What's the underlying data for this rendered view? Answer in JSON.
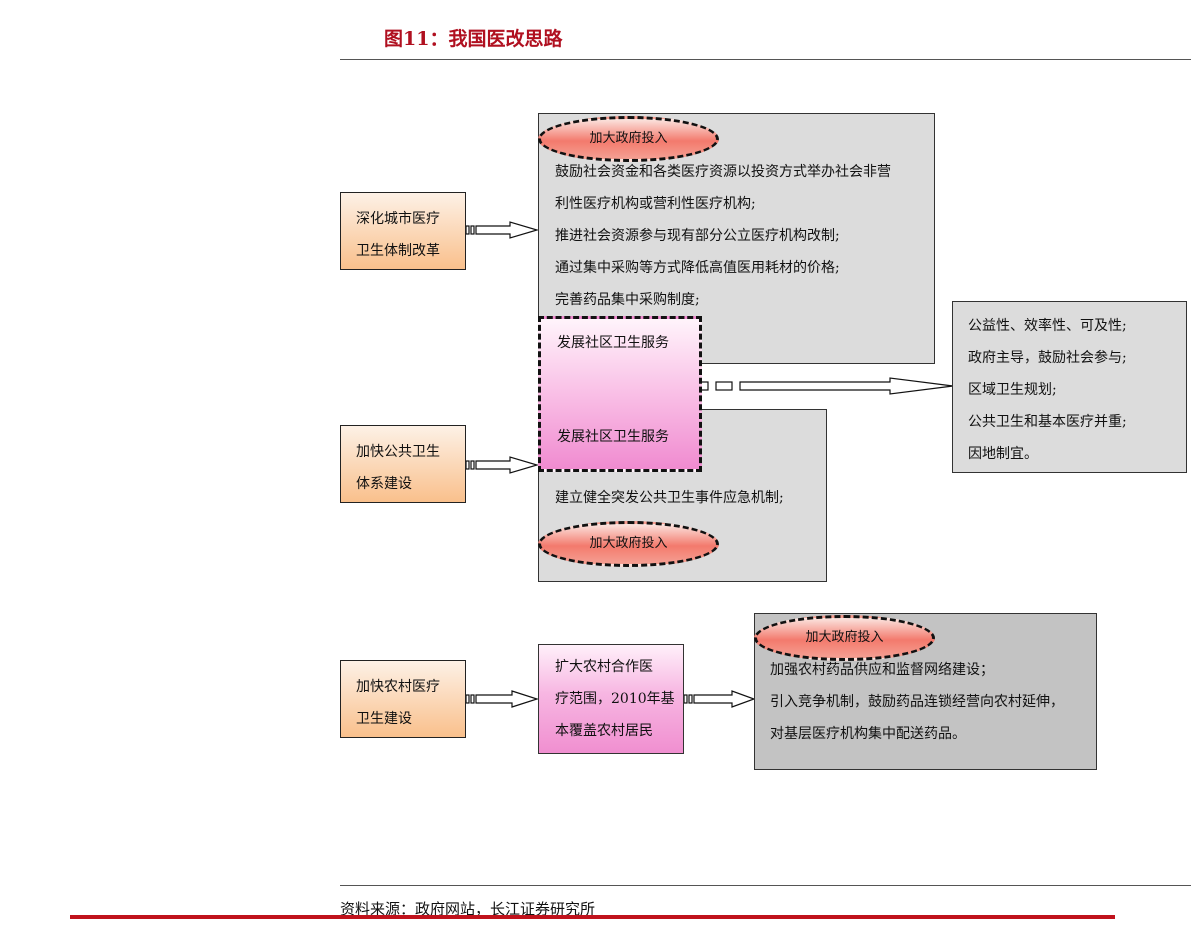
{
  "title": "图11：我国医改思路",
  "source": "资料来源：政府网站，长江证券研究所",
  "left_boxes": {
    "urban": [
      "深化城市医疗",
      "卫生体制改革"
    ],
    "public": [
      "加快公共卫生",
      "体系建设"
    ],
    "rural": [
      "加快农村医疗",
      "卫生建设"
    ]
  },
  "ovals": {
    "urban_top": "加大政府投入",
    "public_bottom": "加大政府投入",
    "rural_top": "加大政府投入"
  },
  "urban_measures": [
    "鼓励社会资金和各类医疗资源以投资方式举办社会非营",
    "利性医疗机构或营利性医疗机构;",
    "推进社会资源参与现有部分公立医疗机构改制;",
    "通过集中采购等方式降低高值医用耗材的价格;",
    "完善药品集中采购制度;"
  ],
  "community": {
    "top": "发展社区卫生服务",
    "bottom": "发展社区卫生服务"
  },
  "public_measures": [
    "建立健全突发公共卫生事件应急机制;"
  ],
  "principles": [
    "公益性、效率性、可及性;",
    "政府主导，鼓励社会参与;",
    "区域卫生规划;",
    "公共卫生和基本医疗并重;",
    "因地制宜。"
  ],
  "rural_coop": [
    "扩大农村合作医",
    "疗范围，2010年基",
    "本覆盖农村居民"
  ],
  "rural_measures": [
    "加强农村药品供应和监督网络建设；",
    "引入竞争机制，鼓励药品连锁经营向农村延伸，",
    "对基层医疗机构集中配送药品。"
  ]
}
